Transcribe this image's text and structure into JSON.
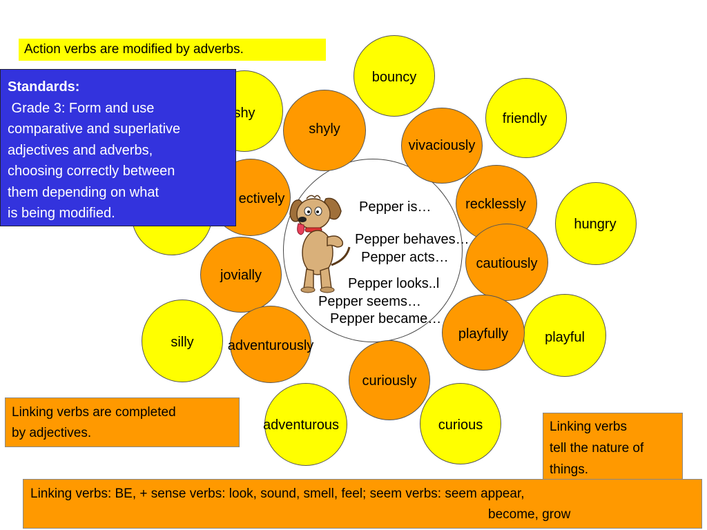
{
  "top_note": "Action verbs are modified by adverbs.",
  "standards": {
    "heading": "Standards:",
    "line1": " Grade 3: Form and use",
    "line2": "comparative and superlative",
    "line3": "adjectives and adverbs,",
    "line4": "choosing correctly between",
    "line5": "them depending on what",
    "line6": "is being modified."
  },
  "circles": {
    "bouncy": "bouncy",
    "shy": "shy",
    "shyly": "shyly",
    "friendly": "friendly",
    "vivaciously": "vivaciously",
    "effectively": "ectively",
    "recklessly": "recklessly",
    "hungry": "hungry",
    "cautiously": "cautiously",
    "jovially": "jovially",
    "silly": "silly",
    "adventurously": "adventurously",
    "playfully": "playfully",
    "playful": "playful",
    "curiously": "curiously",
    "adventurous": "adventurous",
    "curious": "curious"
  },
  "pepper": {
    "is": "Pepper is…",
    "behaves": "Pepper behaves…",
    "acts": "Pepper acts…",
    "looks": "Pepper looks..l",
    "seems": "Pepper seems…",
    "became": "Pepper became…"
  },
  "linking_completed": {
    "line1": "Linking verbs are completed",
    "line2": "by adjectives."
  },
  "linking_nature": {
    "line1": "Linking verbs",
    "line2": "tell the nature of",
    "line3": "things."
  },
  "linking_list": {
    "line1": "Linking verbs: BE, + sense verbs: look, sound, smell, feel; seem verbs: seem appear,",
    "line2": "become, grow"
  },
  "colors": {
    "yellow": "#ffff00",
    "orange": "#ff9900",
    "standards_blue": "#3333dd"
  },
  "icons": {
    "dog": "cartoon-dog-icon"
  }
}
